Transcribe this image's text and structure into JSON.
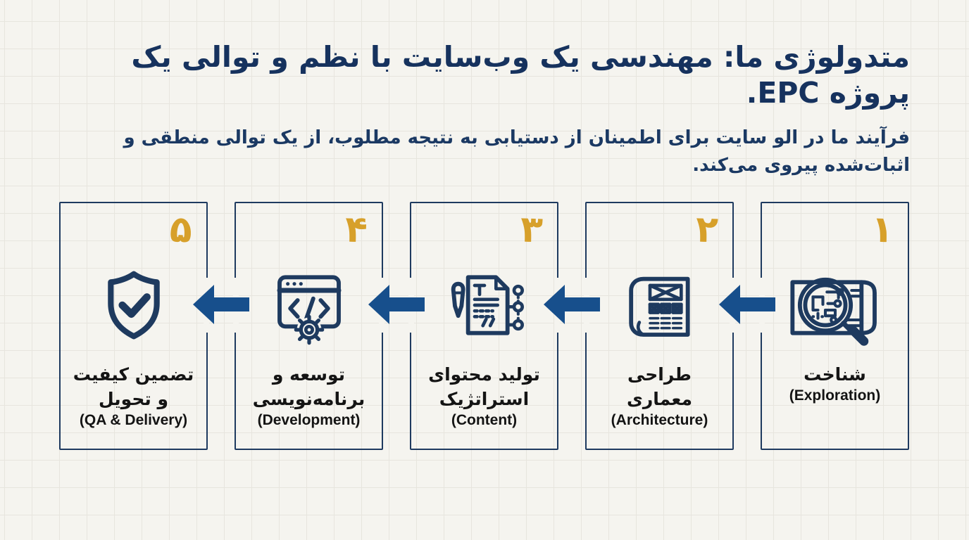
{
  "header": {
    "title": "متدولوژی ما: مهندسی یک وب‌سایت با نظم و توالی یک پروژه EPC.",
    "subtitle": "فرآیند ما در الو سایت برای اطمینان از دستیابی به نتیجه مطلوب، از یک توالی منطقی و اثبات‌شده پیروی می‌کند."
  },
  "steps": [
    {
      "number": "۱",
      "label_fa": "شناخت",
      "label_en": "(Exploration)",
      "icon": "magnifier-blueprint-icon"
    },
    {
      "number": "۲",
      "label_fa": "طراحی معماری",
      "label_en": "(Architecture)",
      "icon": "blueprint-wireframe-icon"
    },
    {
      "number": "۳",
      "label_fa": "تولید محتوای استراتژیک",
      "label_en": "(Content)",
      "icon": "pen-document-icon"
    },
    {
      "number": "۴",
      "label_fa": "توسعه و برنامه‌نویسی",
      "label_en": "(Development)",
      "icon": "code-window-gear-icon"
    },
    {
      "number": "۵",
      "label_fa": "تضمین کیفیت و تحویل",
      "label_en": "(QA & Delivery)",
      "icon": "shield-check-icon"
    }
  ],
  "flow": {
    "direction": "rtl",
    "arrow_count": 4
  },
  "colors": {
    "background": "#F5F4EF",
    "grid_line": "#E7E5DE",
    "title_navy": "#16325E",
    "card_border_navy": "#1E3A5F",
    "icon_navy": "#1E3A5F",
    "arrow_blue": "#174F8C",
    "number_gold": "#D7A02A",
    "label_black": "#141414"
  }
}
